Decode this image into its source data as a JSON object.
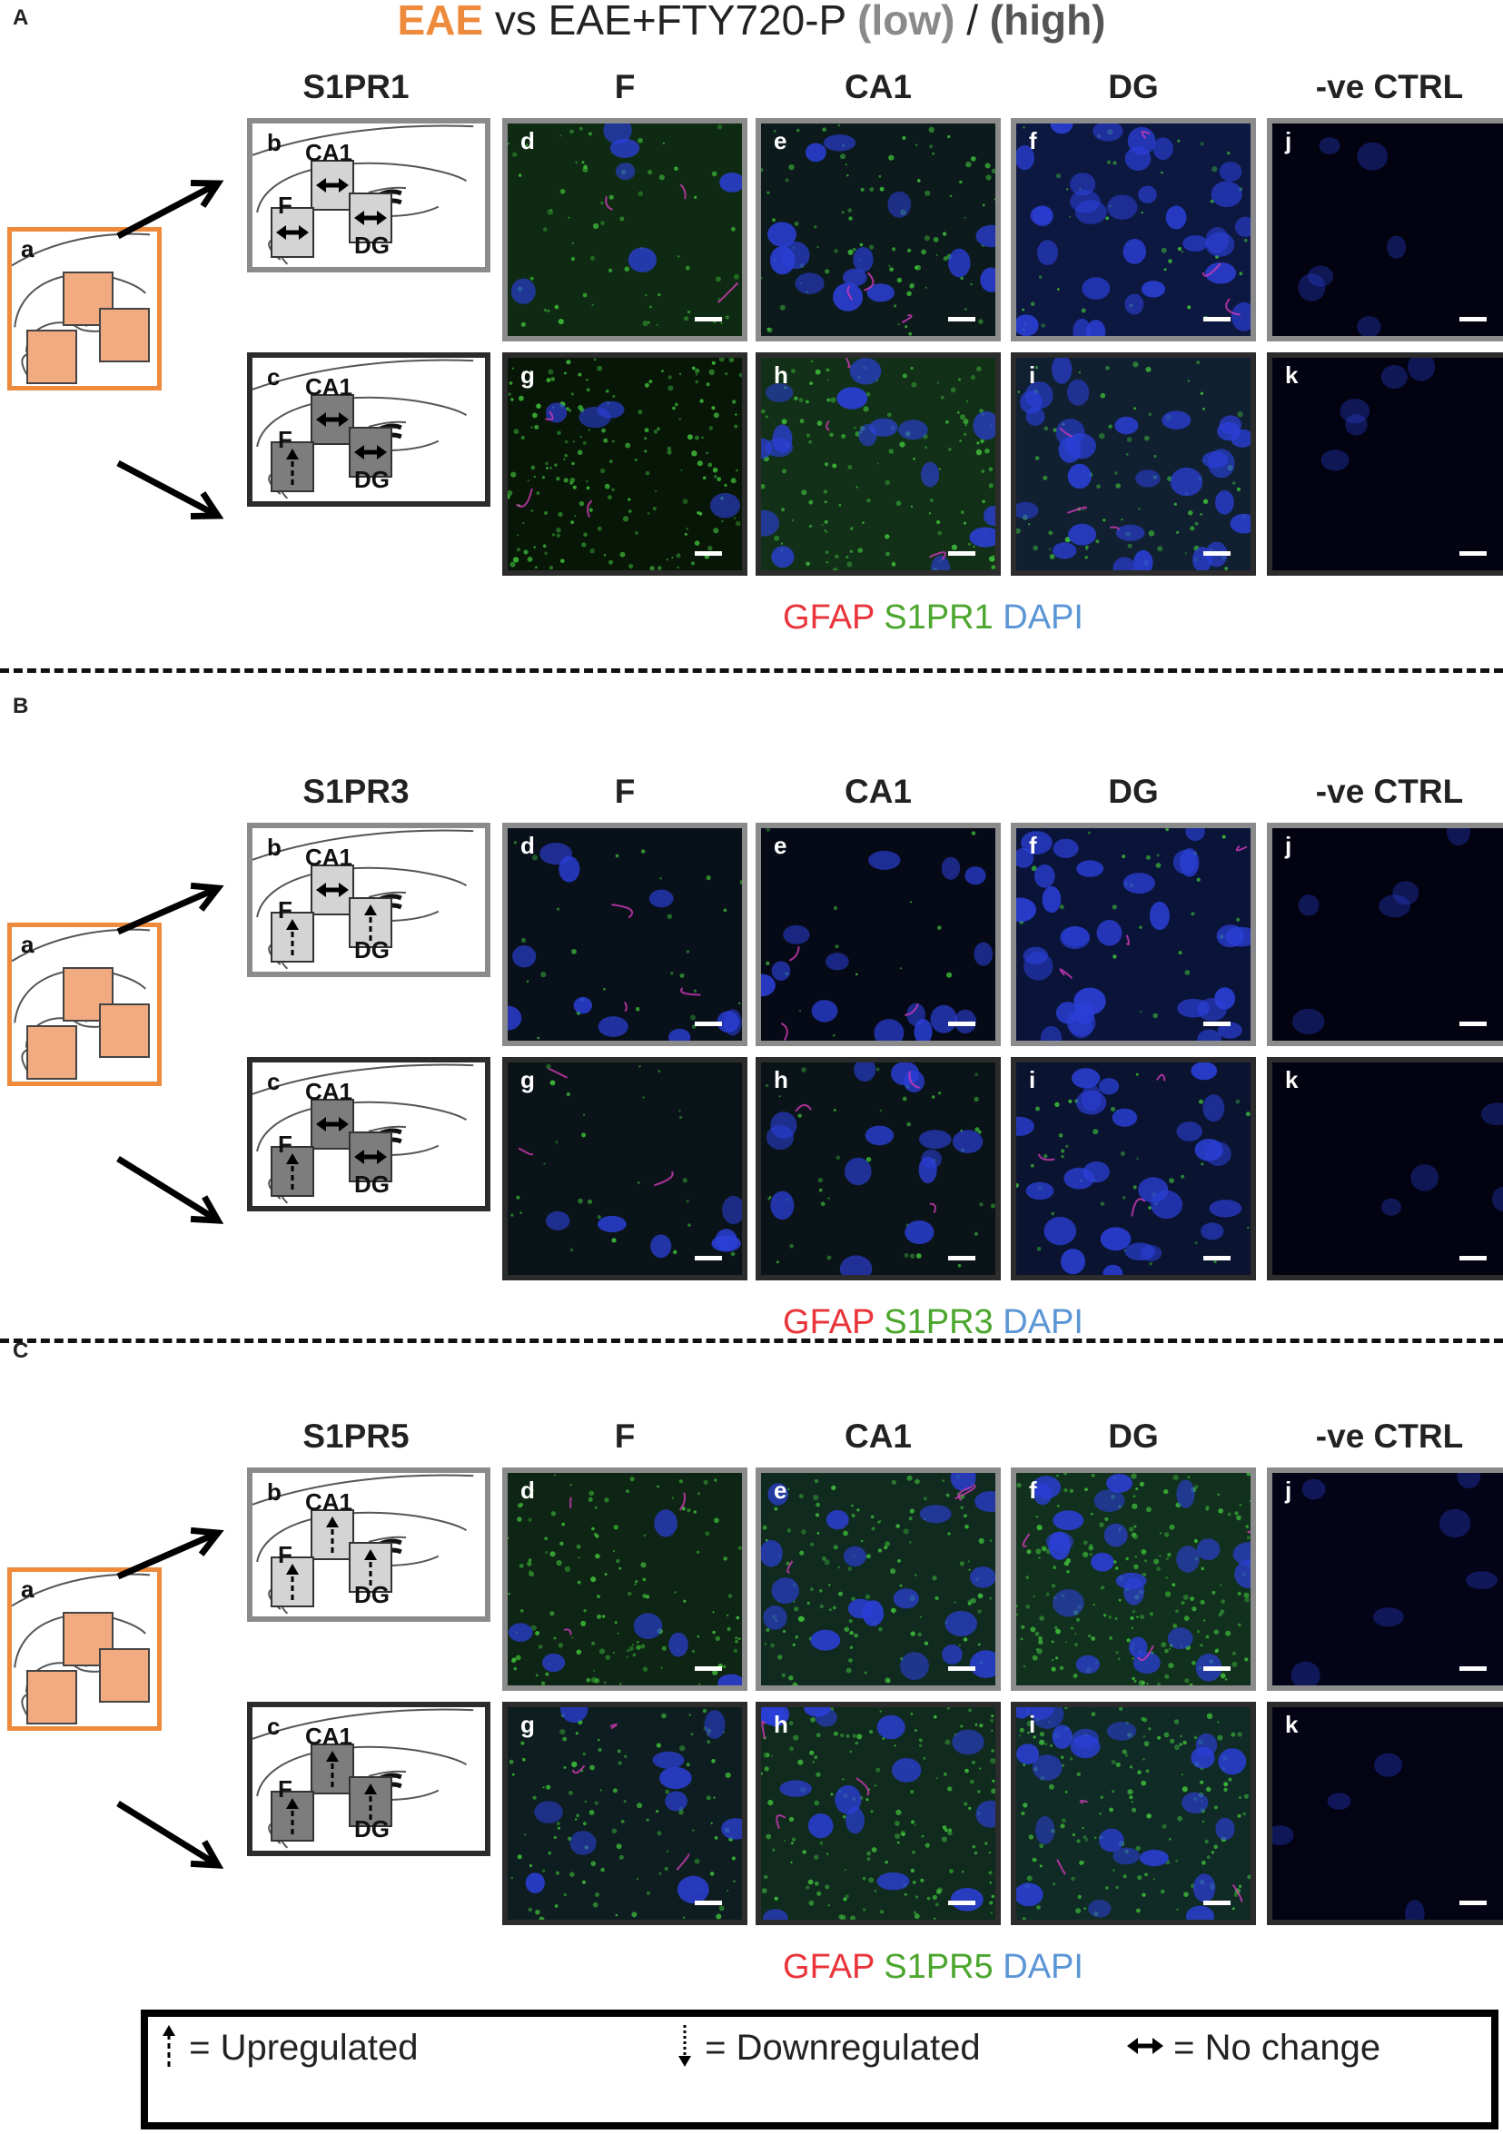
{
  "title": {
    "eae": "EAE",
    "vs": " vs EAE+FTY720-P ",
    "low": "(low)",
    "slash": " / ",
    "high": "(high)"
  },
  "panels": [
    {
      "letter": "A",
      "receptor": "S1PR1",
      "columns": [
        "F",
        "CA1",
        "DG",
        "-ve CTRL"
      ],
      "stain": {
        "gfap": "GFAP",
        "receptor": "S1PR1",
        "dapi": "DAPI"
      },
      "low_arrows": {
        "CA1": "↔",
        "F": "↔",
        "DG": "↔"
      },
      "high_arrows": {
        "CA1": "↔",
        "F": "↑",
        "DG": "↔"
      },
      "low_micros": [
        {
          "label": "d",
          "bg": "#0f2a12",
          "green": 0.25,
          "nuclei": 6
        },
        {
          "label": "e",
          "bg": "#0c1a1c",
          "green": 0.35,
          "nuclei": 14
        },
        {
          "label": "f",
          "bg": "#0d1840",
          "green": 0.15,
          "nuclei": 30
        },
        {
          "label": "j",
          "bg": "#020210",
          "green": 0.0,
          "nuclei": 6
        }
      ],
      "high_micros": [
        {
          "label": "g",
          "bg": "#081608",
          "green": 0.7,
          "nuclei": 4
        },
        {
          "label": "h",
          "bg": "#123018",
          "green": 0.5,
          "nuclei": 16
        },
        {
          "label": "i",
          "bg": "#102030",
          "green": 0.3,
          "nuclei": 28
        },
        {
          "label": "k",
          "bg": "#020210",
          "green": 0.0,
          "nuclei": 5
        }
      ]
    },
    {
      "letter": "B",
      "receptor": "S1PR3",
      "columns": [
        "F",
        "CA1",
        "DG",
        "-ve CTRL"
      ],
      "stain": {
        "gfap": "GFAP",
        "receptor": "S1PR3",
        "dapi": "DAPI"
      },
      "low_arrows": {
        "CA1": "↔",
        "F": "↑",
        "DG": "↑"
      },
      "high_arrows": {
        "CA1": "↔",
        "F": "↑",
        "DG": "↔"
      },
      "low_micros": [
        {
          "label": "d",
          "bg": "#08101a",
          "green": 0.1,
          "nuclei": 10
        },
        {
          "label": "e",
          "bg": "#060a16",
          "green": 0.05,
          "nuclei": 14
        },
        {
          "label": "f",
          "bg": "#0a1438",
          "green": 0.1,
          "nuclei": 30
        },
        {
          "label": "j",
          "bg": "#020210",
          "green": 0.0,
          "nuclei": 5
        }
      ],
      "high_micros": [
        {
          "label": "g",
          "bg": "#0a1418",
          "green": 0.1,
          "nuclei": 6
        },
        {
          "label": "h",
          "bg": "#0a1418",
          "green": 0.15,
          "nuclei": 14
        },
        {
          "label": "i",
          "bg": "#0a1430",
          "green": 0.15,
          "nuclei": 24
        },
        {
          "label": "k",
          "bg": "#020210",
          "green": 0.0,
          "nuclei": 4
        }
      ]
    },
    {
      "letter": "C",
      "receptor": "S1PR5",
      "columns": [
        "F",
        "CA1",
        "DG",
        "-ve CTRL"
      ],
      "stain": {
        "gfap": "GFAP",
        "receptor": "S1PR5",
        "dapi": "DAPI"
      },
      "low_arrows": {
        "CA1": "↑",
        "F": "↑",
        "DG": "↑"
      },
      "high_arrows": {
        "CA1": "↑",
        "F": "↑",
        "DG": "↑"
      },
      "low_micros": [
        {
          "label": "d",
          "bg": "#0e2414",
          "green": 0.5,
          "nuclei": 6
        },
        {
          "label": "e",
          "bg": "#102a20",
          "green": 0.5,
          "nuclei": 18
        },
        {
          "label": "f",
          "bg": "#12301e",
          "green": 0.8,
          "nuclei": 22
        },
        {
          "label": "j",
          "bg": "#040418",
          "green": 0.0,
          "nuclei": 6
        }
      ],
      "high_micros": [
        {
          "label": "g",
          "bg": "#0e1e20",
          "green": 0.4,
          "nuclei": 10
        },
        {
          "label": "h",
          "bg": "#102a1e",
          "green": 0.6,
          "nuclei": 16
        },
        {
          "label": "i",
          "bg": "#102a26",
          "green": 0.6,
          "nuclei": 22
        },
        {
          "label": "k",
          "bg": "#030314",
          "green": 0.0,
          "nuclei": 4
        }
      ]
    }
  ],
  "legend": {
    "up": "= Upregulated",
    "down": "= Downregulated",
    "nochange": "= No change"
  },
  "colors": {
    "eae_orange": "#ee8a3c",
    "low_gray": "#8b8b8b",
    "high_dark": "#2c2c2c"
  }
}
